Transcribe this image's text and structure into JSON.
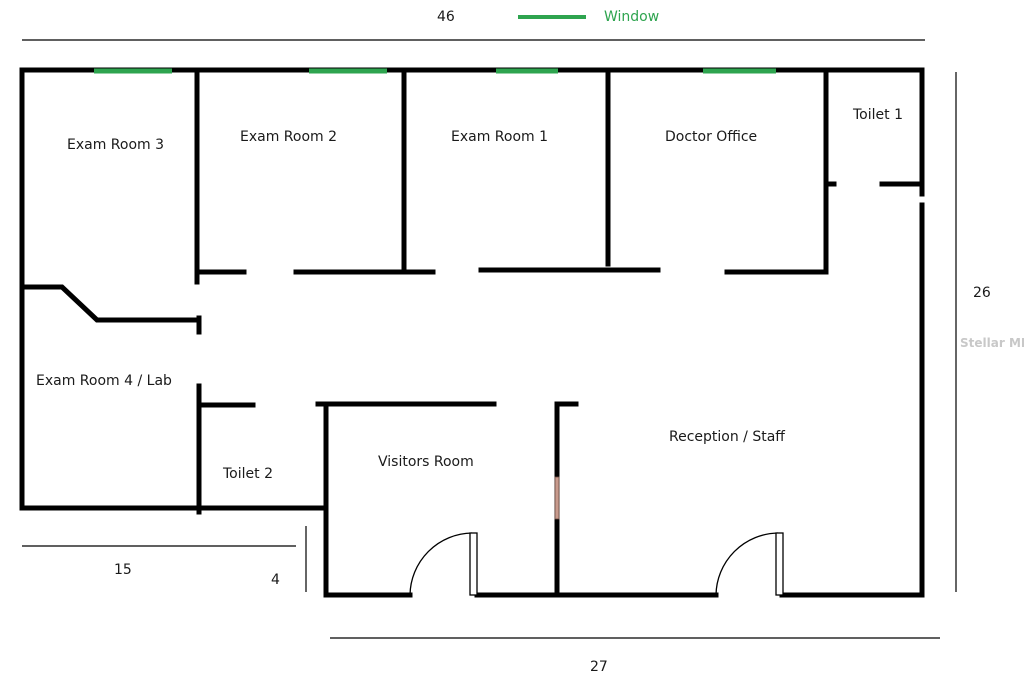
{
  "legend": {
    "label": "Window",
    "color": "#2ea44f"
  },
  "dimensions": {
    "top": "46",
    "right": "26",
    "bottom_left": "15",
    "bottom_small": "4",
    "bottom": "27"
  },
  "rooms": {
    "exam3": "Exam Room 3",
    "exam2": "Exam Room 2",
    "exam1": "Exam Room 1",
    "doctor": "Doctor Office",
    "toilet1": "Toilet 1",
    "exam4": "Exam Room 4 / Lab",
    "toilet2": "Toilet 2",
    "visitors": "Visitors Room",
    "reception": "Reception / Staff"
  },
  "watermark": "Stellar MLS",
  "colors": {
    "wall": "#000000",
    "window": "#2ea44f",
    "sliding_panel": "#c89a8c"
  }
}
